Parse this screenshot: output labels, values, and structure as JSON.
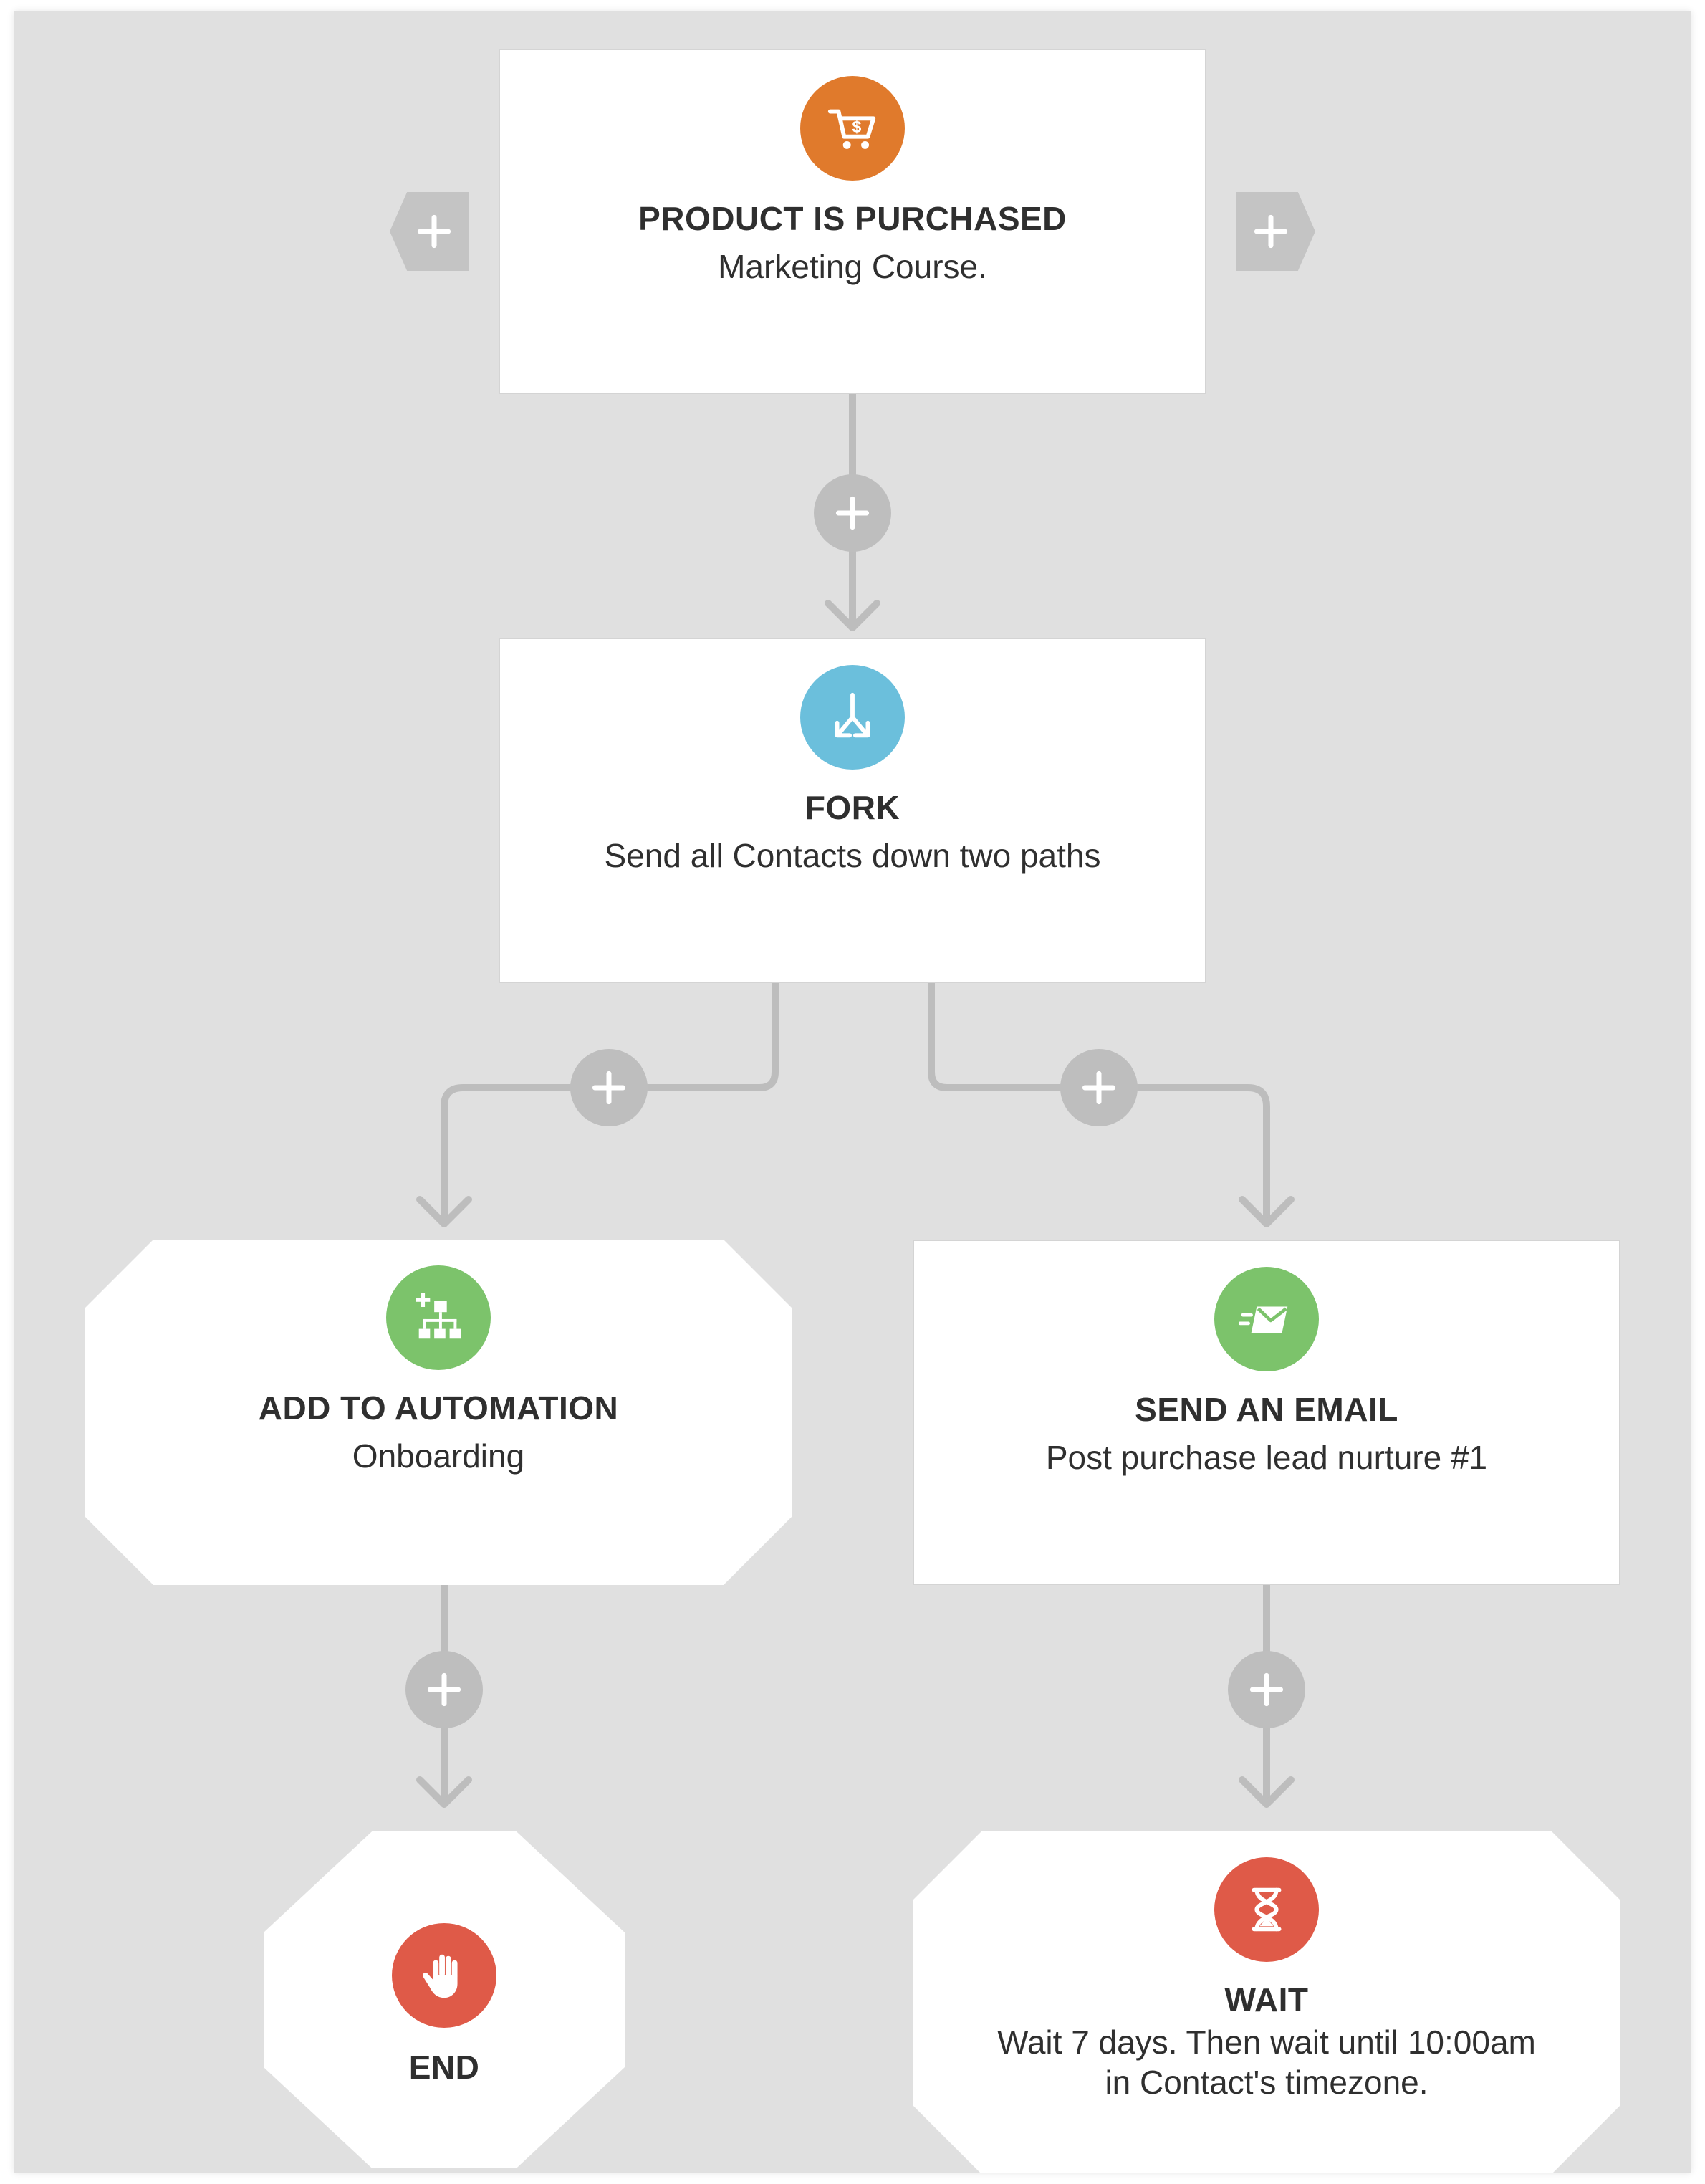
{
  "colors": {
    "canvas": "#e0e0e0",
    "connector": "#bdbdbd",
    "add_button": "#bebebe",
    "trigger_icon": "#e07a2c",
    "fork_icon": "#6bbfdc",
    "action_icon": "#7cc36b",
    "end_icon": "#df5a48",
    "wait_icon": "#df5a48"
  },
  "nodes": {
    "trigger": {
      "icon": "shopping-cart-dollar-icon",
      "title": "PRODUCT IS PURCHASED",
      "subtitle": "Marketing Course."
    },
    "fork": {
      "icon": "fork-arrows-icon",
      "title": "FORK",
      "subtitle": "Send all Contacts down two paths"
    },
    "add_to_automation": {
      "icon": "hierarchy-add-icon",
      "title": "ADD TO AUTOMATION",
      "subtitle": "Onboarding"
    },
    "send_email": {
      "icon": "send-email-icon",
      "title": "SEND AN EMAIL",
      "subtitle": "Post purchase lead nurture #1"
    },
    "end": {
      "icon": "stop-hand-icon",
      "title": "END"
    },
    "wait": {
      "icon": "hourglass-icon",
      "title": "WAIT",
      "subtitle_line1": "Wait 7 days. Then wait until 10:00am",
      "subtitle_line2": "in Contact's timezone."
    }
  },
  "add_buttons": {
    "icon": "plus-icon"
  }
}
